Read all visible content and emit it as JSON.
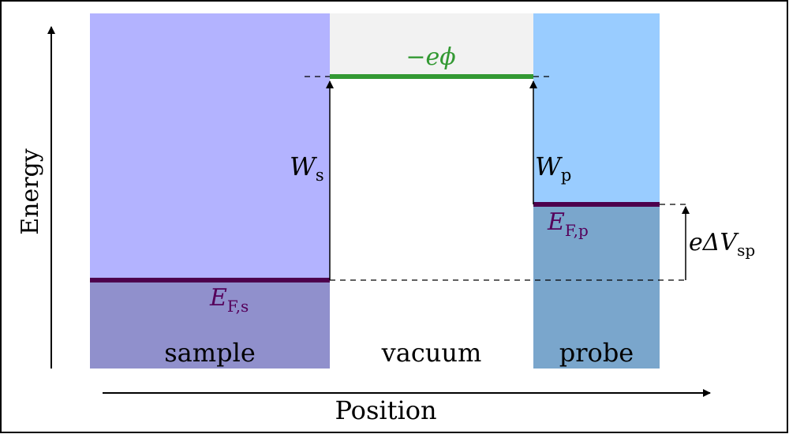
{
  "axes": {
    "y_label": "Energy",
    "x_label": "Position"
  },
  "regions": {
    "sample": "sample",
    "vacuum": "vacuum",
    "probe": "probe"
  },
  "labels": {
    "vacuum_level": {
      "sign": "−",
      "symbol": "eϕ"
    },
    "work_function_sample": {
      "symbol": "W",
      "sub": "s"
    },
    "work_function_probe": {
      "symbol": "W",
      "sub": "p"
    },
    "fermi_sample": {
      "symbol": "E",
      "sub": "F,s"
    },
    "fermi_probe": {
      "symbol": "E",
      "sub": "F,p"
    },
    "potential_difference": {
      "symbol": "eΔV",
      "sub": "sp"
    }
  },
  "colors": {
    "sample_upper": "#b3b3ff",
    "sample_lower": "#9090cc",
    "vacuum_top": "#f2f2f2",
    "probe_upper": "#99ccff",
    "probe_lower": "#7aa6cc",
    "vacuum_level": "#339933",
    "vacuum_label": "#339933",
    "fermi_line": "#4d004d",
    "fermi_label": "#55005a",
    "text": "#000000"
  }
}
